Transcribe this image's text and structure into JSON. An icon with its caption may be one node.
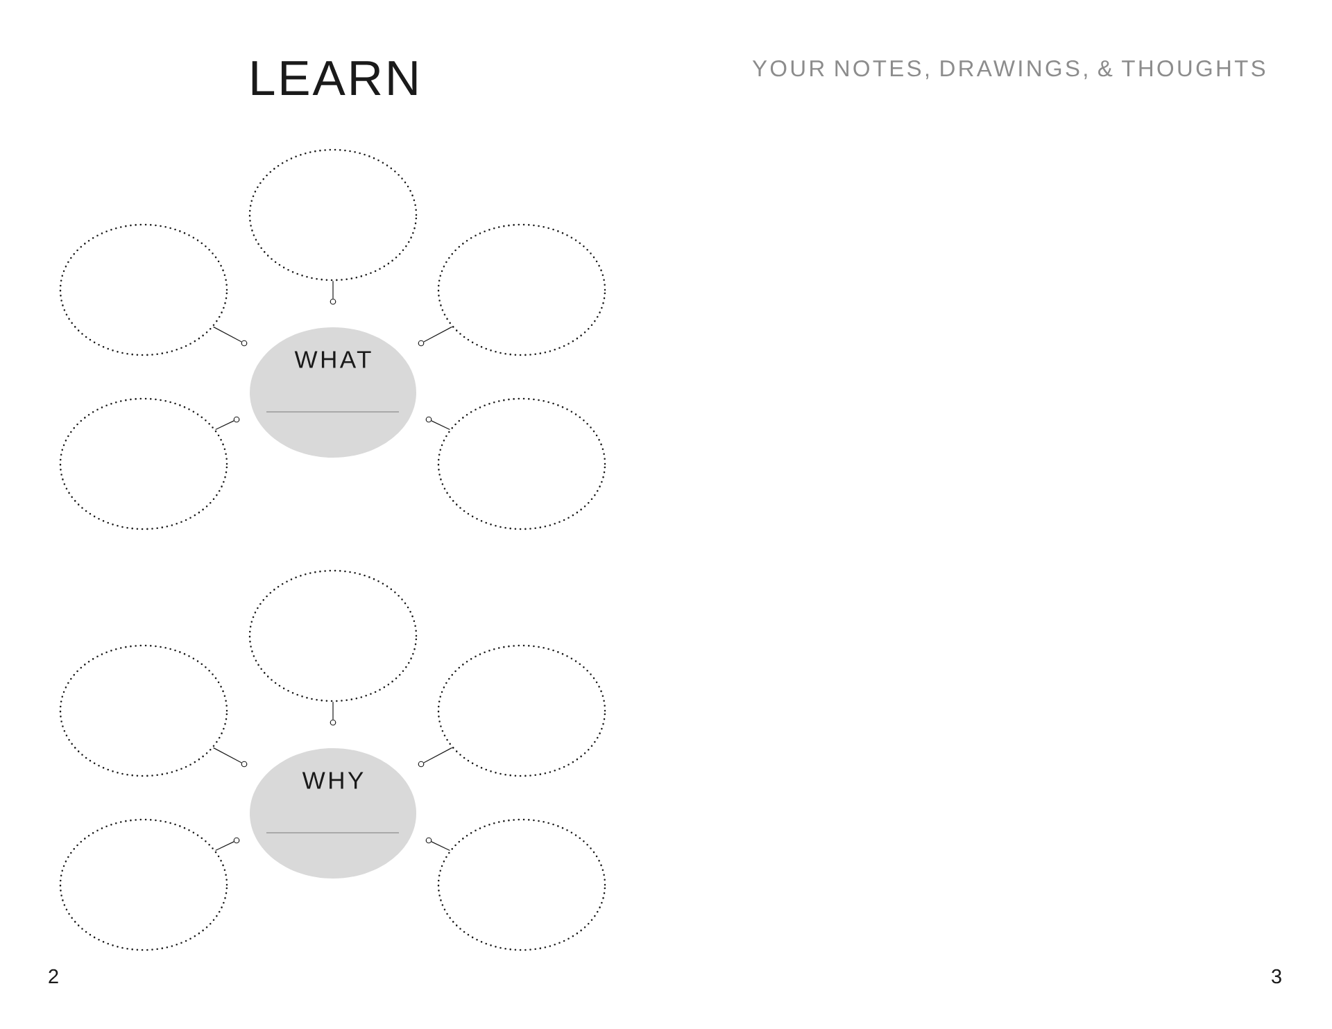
{
  "diagram": {
    "title": "LEARN",
    "nodes": [
      {
        "text": [],
        "shape": "ellipse"
      },
      {
        "text": [],
        "shape": "ellipse"
      },
      {
        "text": [],
        "shape": "ellipse"
      },
      {
        "text": [
          "WHAT"
        ]
      },
      {
        "text": [],
        "shape": "ellipse"
      },
      {
        "text": [],
        "shape": "ellipse"
      },
      {
        "text": [],
        "shape": "circle"
      },
      {
        "text": [],
        "shape": "circle"
      },
      {
        "text": [],
        "shape": "circle"
      },
      {
        "text": [],
        "shape": "circle"
      },
      {
        "text": [],
        "shape": "circle"
      },
      {
        "text": [],
        "shape": "ellipse"
      },
      {
        "text": [],
        "shape": "ellipse"
      },
      {
        "text": [],
        "shape": "ellipse"
      },
      {
        "text": [
          "WHY"
        ]
      },
      {
        "text": [],
        "shape": "ellipse"
      },
      {
        "text": [],
        "shape": "ellipse"
      },
      {
        "text": [],
        "shape": "circle"
      },
      {
        "text": [],
        "shape": "circle"
      },
      {
        "text": [],
        "shape": "circle"
      },
      {
        "text": [],
        "shape": "circle"
      },
      {
        "text": [],
        "shape": "circle"
      }
    ],
    "edges": [
      {
        "from": 0,
        "to": 6,
        "arrow": "none"
      },
      {
        "from": 1,
        "to": 7,
        "arrow": "none"
      },
      {
        "from": 2,
        "to": 8,
        "arrow": "none"
      },
      {
        "from": 4,
        "to": 9,
        "arrow": "none"
      },
      {
        "from": 5,
        "to": 10,
        "arrow": "none"
      },
      {
        "from": 11,
        "to": 17,
        "arrow": "none"
      },
      {
        "from": 12,
        "to": 18,
        "arrow": "none"
      },
      {
        "from": 13,
        "to": 19,
        "arrow": "none"
      },
      {
        "from": 15,
        "to": 20,
        "arrow": "none"
      },
      {
        "from": 16,
        "to": 21,
        "arrow": "none"
      }
    ],
    "labels": [
      "YOUR NOTES, DRAWINGS, & THOUGHTS",
      "2",
      "3"
    ]
  }
}
